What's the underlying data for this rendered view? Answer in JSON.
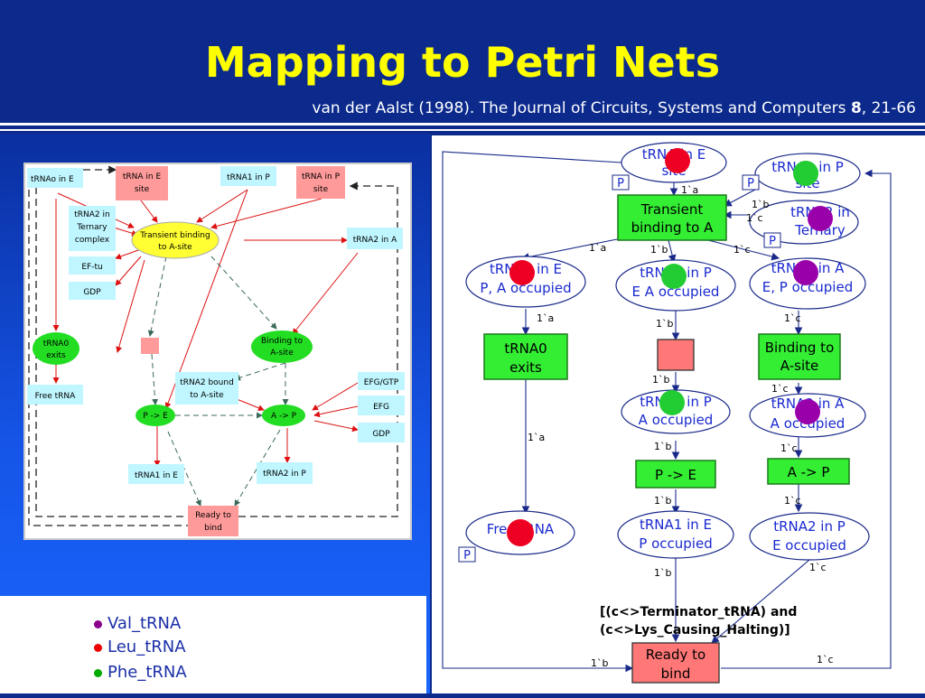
{
  "title": "Mapping to Petri Nets",
  "subtitle": {
    "text": "van der Aalst (1998). The Journal of Circuits, Systems and Computers ",
    "volume": "8",
    "pages": ", 21-66"
  },
  "legend": [
    {
      "label": "Val_tRNA",
      "color": "#8b008b"
    },
    {
      "label": "Leu_tRNA",
      "color": "#ee0000"
    },
    {
      "label": "Phe_tRNA",
      "color": "#00aa00"
    }
  ],
  "left_diagram": {
    "trna0_in_e": "tRNAo in E",
    "trna_in_e_site": [
      "tRNA in E",
      "site"
    ],
    "trna1_in_p": "tRNA1 in P",
    "trna_in_p_site": [
      "tRNA in P",
      "site"
    ],
    "trna2_ternary": [
      "tRNA2 in",
      "Ternary",
      "complex"
    ],
    "transient": [
      "Transient binding",
      "to A-site"
    ],
    "trna2_in_a": "tRNA2 in A",
    "ef_tu": "EF-tu",
    "gdp_top": "GDP",
    "trna0_exits": [
      "tRNA0",
      "exits"
    ],
    "free_trna": "Free tRNA",
    "binding_a": [
      "Binding to",
      "A-site"
    ],
    "trna2_bound": [
      "tRNA2 bound",
      "to A-site"
    ],
    "efg_gtp": "EFG/GTP",
    "efg": "EFG",
    "gdp_bottom": "GDP",
    "p_to_e": "P -> E",
    "a_to_p": "A -> P",
    "trna1_in_e": "tRNA1 in E",
    "trna2_in_p": "tRNA2 in P",
    "ready": [
      "Ready to",
      "bind"
    ]
  },
  "petri": {
    "trna_in_e_site": [
      "tRNA in E",
      "site"
    ],
    "trna1_in_p_site": [
      "tRNA1 in P",
      "site"
    ],
    "trna2_ternary": [
      "tRNA2 in",
      "Ternary"
    ],
    "transient": [
      "Transient",
      "binding to A"
    ],
    "trna0_in_e": [
      "tRNA0 in E",
      "P, A occupied"
    ],
    "trna1_in_p": [
      "tRNA1 in P",
      "E A occupied"
    ],
    "trna2_in_a": [
      "tRNA2 in A",
      "E, P occupied"
    ],
    "trna0_exits": [
      "tRNA0",
      "exits"
    ],
    "binding_a": [
      "Binding to",
      "A-site"
    ],
    "trna1_p_a": [
      "tRNA1 in P",
      "A occupied"
    ],
    "trna2_a_a": [
      "tRNA2 in A",
      "A occupied"
    ],
    "p_to_e": "P -> E",
    "a_to_p": "A -> P",
    "free_trna": "Free tRNA",
    "trna1_in_e": [
      "tRNA1 in E",
      "P occupied"
    ],
    "trna2_in_p": [
      "tRNA2 in P",
      "E occupied"
    ],
    "ready": [
      "Ready to",
      "bind"
    ],
    "p_tag": "P",
    "guard": [
      "[(c<>Terminator_tRNA) and",
      "(c<>Lys_Causing_Halting)]"
    ],
    "arc_1a": "1`a",
    "arc_1b": "1`b",
    "arc_1c": "1`c"
  }
}
